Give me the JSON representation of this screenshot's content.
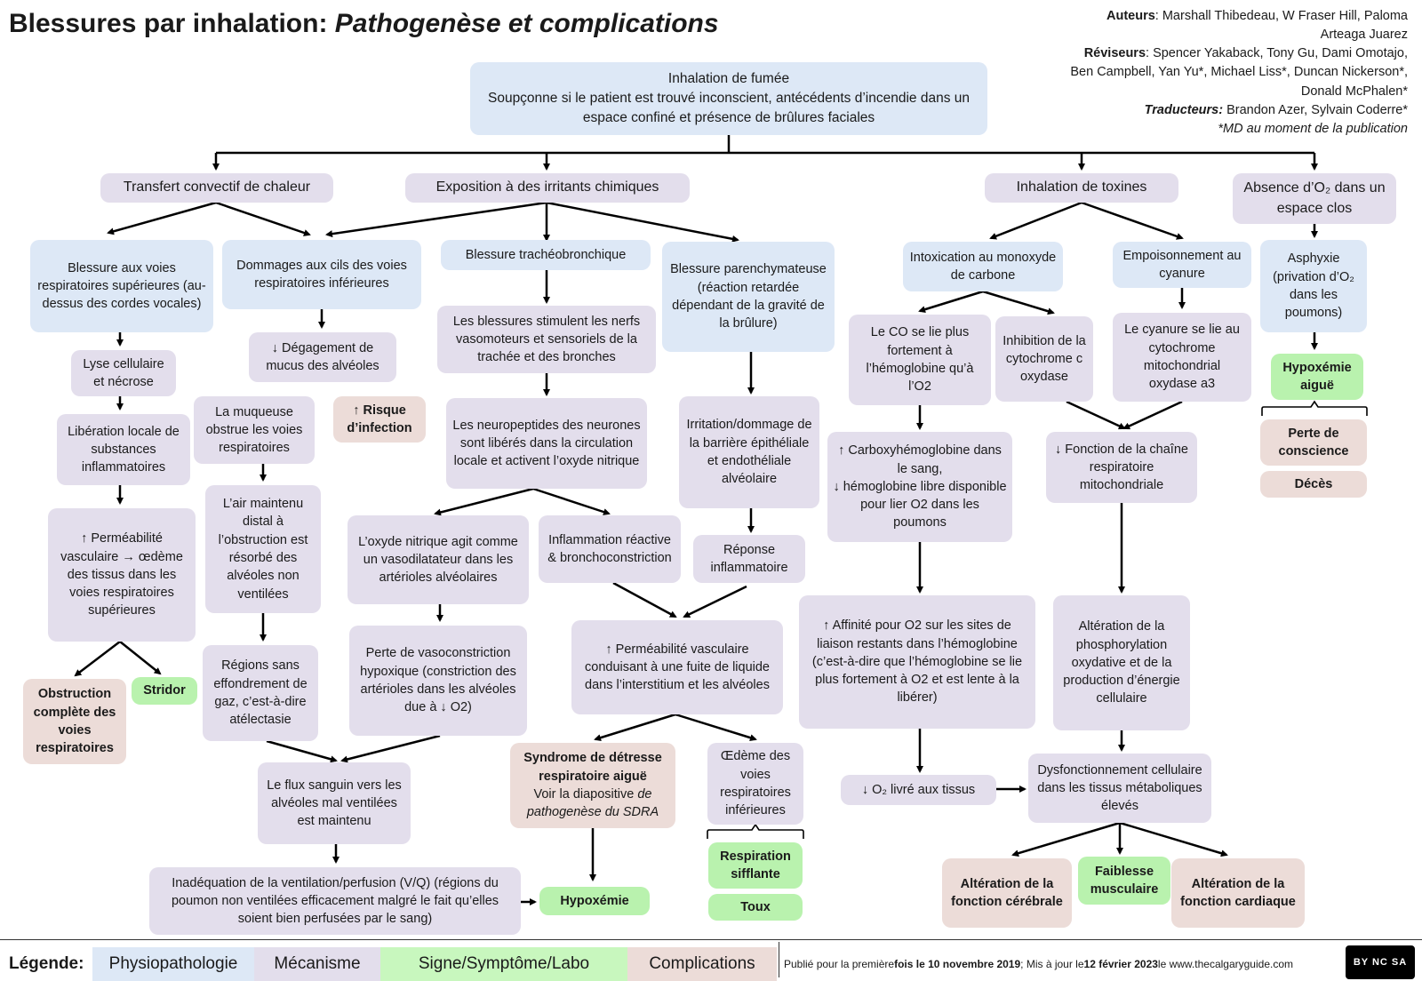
{
  "title": {
    "main": "Blessures par inhalation: ",
    "italic": "Pathogenèse et complications"
  },
  "authors": {
    "authors_label": "Auteurs",
    "authors": ": Marshall  Thibedeau, W Fraser Hill, Paloma Arteaga Juarez",
    "reviewers_label": "Réviseurs",
    "reviewers": ": Spencer Yakaback, Tony Gu, Dami Omotajo, Ben Campbell, Yan Yu*, Michael Liss*, Duncan Nickerson*, Donald McPhalen*",
    "translators_label": "Traducteurs:",
    "translators": " Brandon Azer, Sylvain Coderre*",
    "note": "*MD au moment de la publication"
  },
  "nodes": {
    "root": "Inhalation de fumée\nSoupçonne si le patient est trouvé inconscient, antécédents d’incendie dans un espace confiné et présence de brûlures faciales",
    "heat": "Transfert convectif de chaleur",
    "chem": "Exposition à des irritants chimiques",
    "tox": "Inhalation de toxines",
    "o2": "Absence d’O₂ dans un espace clos",
    "upper": "Blessure aux voies respiratoires supérieures (au-dessus des cordes vocales)",
    "cilia": "Dommages aux cils des voies respiratoires inférieures",
    "tracheo": "Blessure trachéobronchique",
    "parench": "Blessure parenchymateuse (réaction retardée dépendant de la gravité de la brûlure)",
    "lysis": "Lyse cellulaire et nécrose",
    "local": "Libération locale de substances inflammatoires",
    "perm_upper": "↑ Perméabilité vasculaire → œdème des tissus dans les voies respiratoires supérieures",
    "obstruction": "Obstruction complète des voies respiratoires",
    "stridor": "Stridor",
    "mucus": "↓ Dégagement de mucus des alvéoles",
    "mucosa": "La muqueuse obstrue les voies respiratoires",
    "infection": "↑ Risque d’infection",
    "air": "L’air maintenu distal à l’obstruction est résorbé des alvéoles non ventilées",
    "regions": "Régions sans effondrement de gaz, c’est-à-dire  atélectasie",
    "stim": "Les blessures stimulent les nerfs vasomoteurs et sensoriels de la trachée et des bronches",
    "neuro": "Les neuropeptides des neurones sont libérés dans la circulation locale et activent l’oxyde nitrique",
    "no": "L’oxyde nitrique agit comme un vasodilatateur dans les artérioles alvéolaires",
    "loss": "Perte de vasoconstriction hypoxique (constriction des artérioles dans les alvéoles due à ↓ O2)",
    "inflam": "Inflammation réactive & bronchoconstriction",
    "irrit": "Irritation/dommage de la barrière épithéliale et endothéliale alvéolaire",
    "reponse": "Réponse inflammatoire",
    "perm_lower": "↑ Perméabilité vasculaire conduisant à une fuite de liquide dans l’interstitium  et les alvéoles",
    "ards_bold": "Syndrome de détresse respiratoire aiguë",
    "ards_text": "Voir la diapositive ",
    "ards_italic": "de pathogenèse du SDRA",
    "oedeme": "Œdème des voies respiratoires inférieures",
    "wheeze": "Respiration sifflante",
    "toux": "Toux",
    "flux": "Le flux sanguin vers les alvéoles mal ventilées est maintenu",
    "vq": "Inadéquation de la ventilation/perfusion (V/Q) (régions du poumon non ventilées efficacement malgré le fait qu’elles soient bien perfusées par le sang)",
    "hypox": "Hypoxémie",
    "co": "Intoxication au monoxyde de carbone",
    "co_bind": "Le CO se lie plus fortement à l’hémoglobine qu’à l’O2",
    "cytc": "Inhibition de la cytochrome c oxydase",
    "carboxy": "↑ Carboxyhémoglobine dans le sang,\n↓ hémoglobine libre disponible pour lier O2 dans les poumons",
    "affinity": "↑ Affinité pour O2 sur les sites de liaison restants dans l’hémoglobine (c’est-à-dire que l’hémoglobine se lie plus fortement à O2 et est lente à la libérer)",
    "o2tissue": "↓ O₂ livré aux tissus",
    "cyanide": "Empoisonnement au cyanure",
    "cy_bind": "Le cyanure se lie au cytochrome mitochondrial oxydase a3",
    "chain": "↓ Fonction de la chaîne respiratoire mitochondriale",
    "phos": "Altération de la phosphorylation oxydative et de la production d’énergie cellulaire",
    "dysf": "Dysfonctionnement cellulaire dans les tissus métaboliques élevés",
    "cerebral": "Altération de la fonction cérébrale",
    "weak": "Faiblesse musculaire",
    "cardiac": "Altération de la fonction cardiaque",
    "asphyx": "Asphyxie (privation d’O₂ dans les poumons)",
    "hypox_acute": "Hypoxémie aiguë",
    "conscience": "Perte de conscience",
    "death": "Décès"
  },
  "legend": {
    "label": "Légende:",
    "patho": "Physiopathologie",
    "mech": "Mécanisme",
    "sign": "Signe/Symptôme/Labo",
    "comp": "Complications",
    "footer_1": "Publié pour la première ",
    "footer_b1": "fois le 10 novembre 2019",
    "footer_2": "; Mis à jour le ",
    "footer_b2": "12 février 2023",
    "footer_3": " le www.thecalgaryguide.com",
    "license": "BY NC SA"
  },
  "colors": {
    "pathophysiology": "#dde8f6",
    "mechanism": "#e3deec",
    "sign_symptom_lab": "#b9f2ae",
    "complications": "#ecdcd8"
  }
}
